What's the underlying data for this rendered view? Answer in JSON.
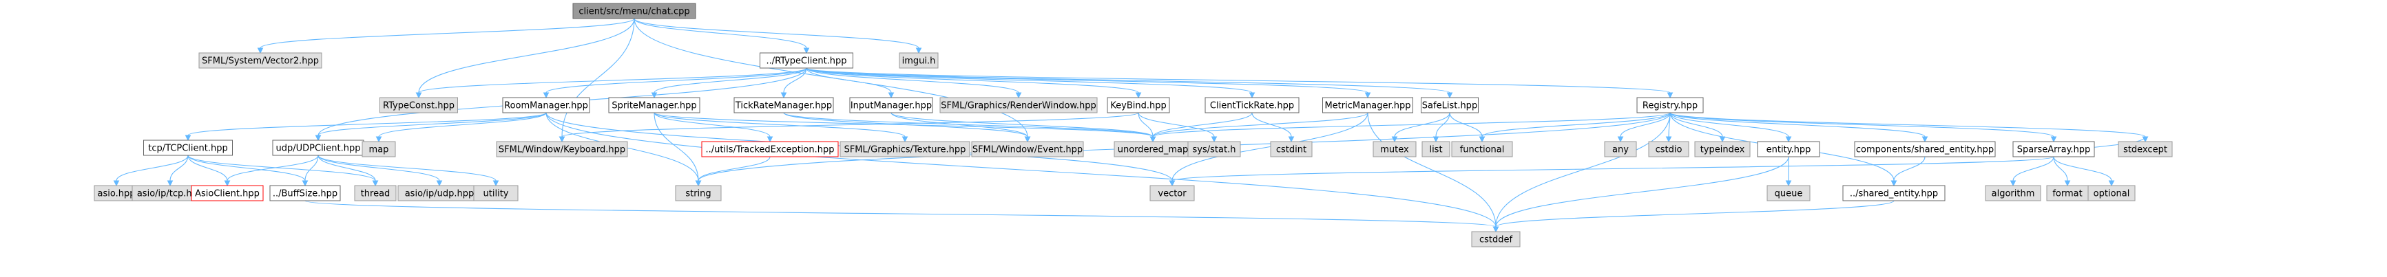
{
  "colors": {
    "root_fill": "#999999",
    "root_border": "#666666",
    "project_fill": "#ffffff",
    "project_border": "#666666",
    "external_fill": "#e0e0e0",
    "external_border": "#999999",
    "error_border": "#ff0000",
    "edge": "#63b8ff"
  },
  "nodes": [
    {
      "id": "chat",
      "label": "client/src/menu/chat.cpp",
      "kind": "root"
    },
    {
      "id": "vector2",
      "label": "SFML/System/Vector2.hpp",
      "kind": "external"
    },
    {
      "id": "rtypeclient",
      "label": "../RTypeClient.hpp",
      "kind": "project"
    },
    {
      "id": "imgui",
      "label": "imgui.h",
      "kind": "external"
    },
    {
      "id": "rtypeconst",
      "label": "RTypeConst.hpp",
      "kind": "external"
    },
    {
      "id": "roommanager",
      "label": "RoomManager.hpp",
      "kind": "project"
    },
    {
      "id": "spritemanager",
      "label": "SpriteManager.hpp",
      "kind": "project"
    },
    {
      "id": "tickratemanager",
      "label": "TickRateManager.hpp",
      "kind": "project"
    },
    {
      "id": "inputmanager",
      "label": "InputManager.hpp",
      "kind": "project"
    },
    {
      "id": "renderwindow",
      "label": "SFML/Graphics/RenderWindow.hpp",
      "kind": "external"
    },
    {
      "id": "keybind",
      "label": "KeyBind.hpp",
      "kind": "project"
    },
    {
      "id": "clienttickrate",
      "label": "ClientTickRate.hpp",
      "kind": "project"
    },
    {
      "id": "metricmanager",
      "label": "MetricManager.hpp",
      "kind": "project"
    },
    {
      "id": "safelist",
      "label": "SafeList.hpp",
      "kind": "project"
    },
    {
      "id": "registry",
      "label": "Registry.hpp",
      "kind": "project"
    },
    {
      "id": "tcpclient",
      "label": "tcp/TCPClient.hpp",
      "kind": "project"
    },
    {
      "id": "udpclient",
      "label": "udp/UDPClient.hpp",
      "kind": "project"
    },
    {
      "id": "map",
      "label": "map",
      "kind": "external"
    },
    {
      "id": "keyboard",
      "label": "SFML/Window/Keyboard.hpp",
      "kind": "external"
    },
    {
      "id": "trackedexception",
      "label": "../utils/TrackedException.hpp",
      "kind": "error"
    },
    {
      "id": "texture",
      "label": "SFML/Graphics/Texture.hpp",
      "kind": "external"
    },
    {
      "id": "event",
      "label": "SFML/Window/Event.hpp",
      "kind": "external"
    },
    {
      "id": "unorderedmap",
      "label": "unordered_map",
      "kind": "external"
    },
    {
      "id": "sysstat",
      "label": "sys/stat.h",
      "kind": "external"
    },
    {
      "id": "cstdint",
      "label": "cstdint",
      "kind": "external"
    },
    {
      "id": "mutex",
      "label": "mutex",
      "kind": "external"
    },
    {
      "id": "list",
      "label": "list",
      "kind": "external"
    },
    {
      "id": "functional",
      "label": "functional",
      "kind": "external"
    },
    {
      "id": "any",
      "label": "any",
      "kind": "external"
    },
    {
      "id": "cstdio",
      "label": "cstdio",
      "kind": "external"
    },
    {
      "id": "typeindex",
      "label": "typeindex",
      "kind": "external"
    },
    {
      "id": "entity",
      "label": "entity.hpp",
      "kind": "project"
    },
    {
      "id": "componentsshared",
      "label": "components/shared_entity.hpp",
      "kind": "project"
    },
    {
      "id": "sparsearray",
      "label": "SparseArray.hpp",
      "kind": "project"
    },
    {
      "id": "stdexcept",
      "label": "stdexcept",
      "kind": "external"
    },
    {
      "id": "asio",
      "label": "asio.hpp",
      "kind": "external"
    },
    {
      "id": "asiotcp",
      "label": "asio/ip/tcp.hpp",
      "kind": "external"
    },
    {
      "id": "asioclient",
      "label": "AsioClient.hpp",
      "kind": "error"
    },
    {
      "id": "buffsize",
      "label": "../BuffSize.hpp",
      "kind": "project"
    },
    {
      "id": "thread",
      "label": "thread",
      "kind": "external"
    },
    {
      "id": "asioudp",
      "label": "asio/ip/udp.hpp",
      "kind": "external"
    },
    {
      "id": "utility",
      "label": "utility",
      "kind": "external"
    },
    {
      "id": "string",
      "label": "string",
      "kind": "external"
    },
    {
      "id": "vector",
      "label": "vector",
      "kind": "external"
    },
    {
      "id": "queue",
      "label": "queue",
      "kind": "external"
    },
    {
      "id": "sharedentity",
      "label": "../shared_entity.hpp",
      "kind": "project"
    },
    {
      "id": "algorithm",
      "label": "algorithm",
      "kind": "external"
    },
    {
      "id": "format",
      "label": "format",
      "kind": "external"
    },
    {
      "id": "optional",
      "label": "optional",
      "kind": "external"
    },
    {
      "id": "cstddef",
      "label": "cstddef",
      "kind": "external"
    }
  ],
  "edges": [
    [
      "chat",
      "vector2"
    ],
    [
      "chat",
      "rtypeclient"
    ],
    [
      "chat",
      "imgui"
    ],
    [
      "chat",
      "rtypeconst"
    ],
    [
      "chat",
      "keyboard"
    ],
    [
      "chat",
      "event"
    ],
    [
      "rtypeclient",
      "rtypeconst"
    ],
    [
      "rtypeclient",
      "roommanager"
    ],
    [
      "rtypeclient",
      "spritemanager"
    ],
    [
      "rtypeclient",
      "tickratemanager"
    ],
    [
      "rtypeclient",
      "inputmanager"
    ],
    [
      "rtypeclient",
      "renderwindow"
    ],
    [
      "rtypeclient",
      "keybind"
    ],
    [
      "rtypeclient",
      "clienttickrate"
    ],
    [
      "rtypeclient",
      "metricmanager"
    ],
    [
      "rtypeclient",
      "safelist"
    ],
    [
      "rtypeclient",
      "registry"
    ],
    [
      "rtypeclient",
      "udpclient"
    ],
    [
      "roommanager",
      "tcpclient"
    ],
    [
      "roommanager",
      "udpclient"
    ],
    [
      "roommanager",
      "map"
    ],
    [
      "roommanager",
      "string"
    ],
    [
      "roommanager",
      "vector"
    ],
    [
      "roommanager",
      "cstddef"
    ],
    [
      "spritemanager",
      "texture"
    ],
    [
      "spritemanager",
      "trackedexception"
    ],
    [
      "spritemanager",
      "string"
    ],
    [
      "spritemanager",
      "unorderedmap"
    ],
    [
      "tickratemanager",
      "unorderedmap"
    ],
    [
      "tickratemanager",
      "event"
    ],
    [
      "inputmanager",
      "event"
    ],
    [
      "inputmanager",
      "unorderedmap"
    ],
    [
      "keybind",
      "keyboard"
    ],
    [
      "keybind",
      "unorderedmap"
    ],
    [
      "keybind",
      "sysstat"
    ],
    [
      "clienttickrate",
      "unorderedmap"
    ],
    [
      "clienttickrate",
      "cstdint"
    ],
    [
      "metricmanager",
      "unorderedmap"
    ],
    [
      "metricmanager",
      "vector"
    ],
    [
      "metricmanager",
      "cstddef"
    ],
    [
      "safelist",
      "mutex"
    ],
    [
      "safelist",
      "list"
    ],
    [
      "safelist",
      "functional"
    ],
    [
      "registry",
      "unorderedmap"
    ],
    [
      "registry",
      "functional"
    ],
    [
      "registry",
      "any"
    ],
    [
      "registry",
      "cstdio"
    ],
    [
      "registry",
      "typeindex"
    ],
    [
      "registry",
      "entity"
    ],
    [
      "registry",
      "componentsshared"
    ],
    [
      "registry",
      "sparsearray"
    ],
    [
      "registry",
      "stdexcept"
    ],
    [
      "registry",
      "sharedentity"
    ],
    [
      "registry",
      "string"
    ],
    [
      "registry",
      "cstddef"
    ],
    [
      "trackedexception",
      "string"
    ],
    [
      "tcpclient",
      "asio"
    ],
    [
      "tcpclient",
      "asiotcp"
    ],
    [
      "tcpclient",
      "asioclient"
    ],
    [
      "tcpclient",
      "buffsize"
    ],
    [
      "tcpclient",
      "thread"
    ],
    [
      "udpclient",
      "asioclient"
    ],
    [
      "udpclient",
      "buffsize"
    ],
    [
      "udpclient",
      "thread"
    ],
    [
      "udpclient",
      "asioudp"
    ],
    [
      "udpclient",
      "utility"
    ],
    [
      "buffsize",
      "cstddef"
    ],
    [
      "entity",
      "queue"
    ],
    [
      "entity",
      "cstddef"
    ],
    [
      "componentsshared",
      "sharedentity"
    ],
    [
      "sparsearray",
      "vector"
    ],
    [
      "sparsearray",
      "algorithm"
    ],
    [
      "sparsearray",
      "format"
    ],
    [
      "sparsearray",
      "optional"
    ],
    [
      "sparsearray",
      "stdexcept"
    ],
    [
      "sharedentity",
      "cstddef"
    ]
  ]
}
